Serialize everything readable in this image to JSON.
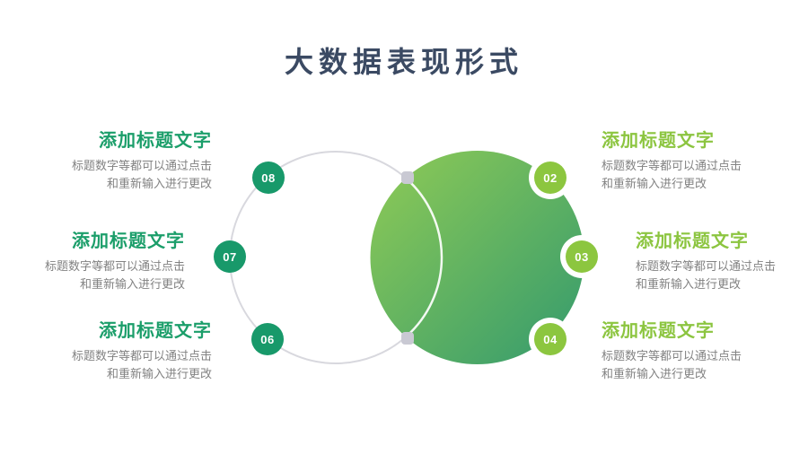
{
  "slide": {
    "title": "大数据表现形式"
  },
  "colors": {
    "title-color": "#3B4A63",
    "heading-left": "#1B9E6A",
    "heading-right": "#8CC540",
    "body-gray": "#828282",
    "badge-dark": "#18996A",
    "badge-light": "#8CC63F",
    "circle-outline": "#D8D8DE",
    "node-gray": "#C9C9D3",
    "grad-start": "#90CB55",
    "grad-end": "#339A6E",
    "slide-bg": "#FFFFFF"
  },
  "items": [
    {
      "number": "08",
      "side": "left",
      "heading": "添加标题文字",
      "line1": "标题数字等都可以通过点击",
      "line2": "和重新输入进行更改"
    },
    {
      "number": "07",
      "side": "left",
      "heading": "添加标题文字",
      "line1": "标题数字等都可以通过点击",
      "line2": "和重新输入进行更改"
    },
    {
      "number": "06",
      "side": "left",
      "heading": "添加标题文字",
      "line1": "标题数字等都可以通过点击",
      "line2": "和重新输入进行更改"
    },
    {
      "number": "02",
      "side": "right",
      "heading": "添加标题文字",
      "line1": "标题数字等都可以通过点击",
      "line2": "和重新输入进行更改"
    },
    {
      "number": "03",
      "side": "right",
      "heading": "添加标题文字",
      "line1": "标题数字等都可以通过点击",
      "line2": "和重新输入进行更改"
    },
    {
      "number": "04",
      "side": "right",
      "heading": "添加标题文字",
      "line1": "标题数字等都可以通过点击",
      "line2": "和重新输入进行更改"
    }
  ]
}
